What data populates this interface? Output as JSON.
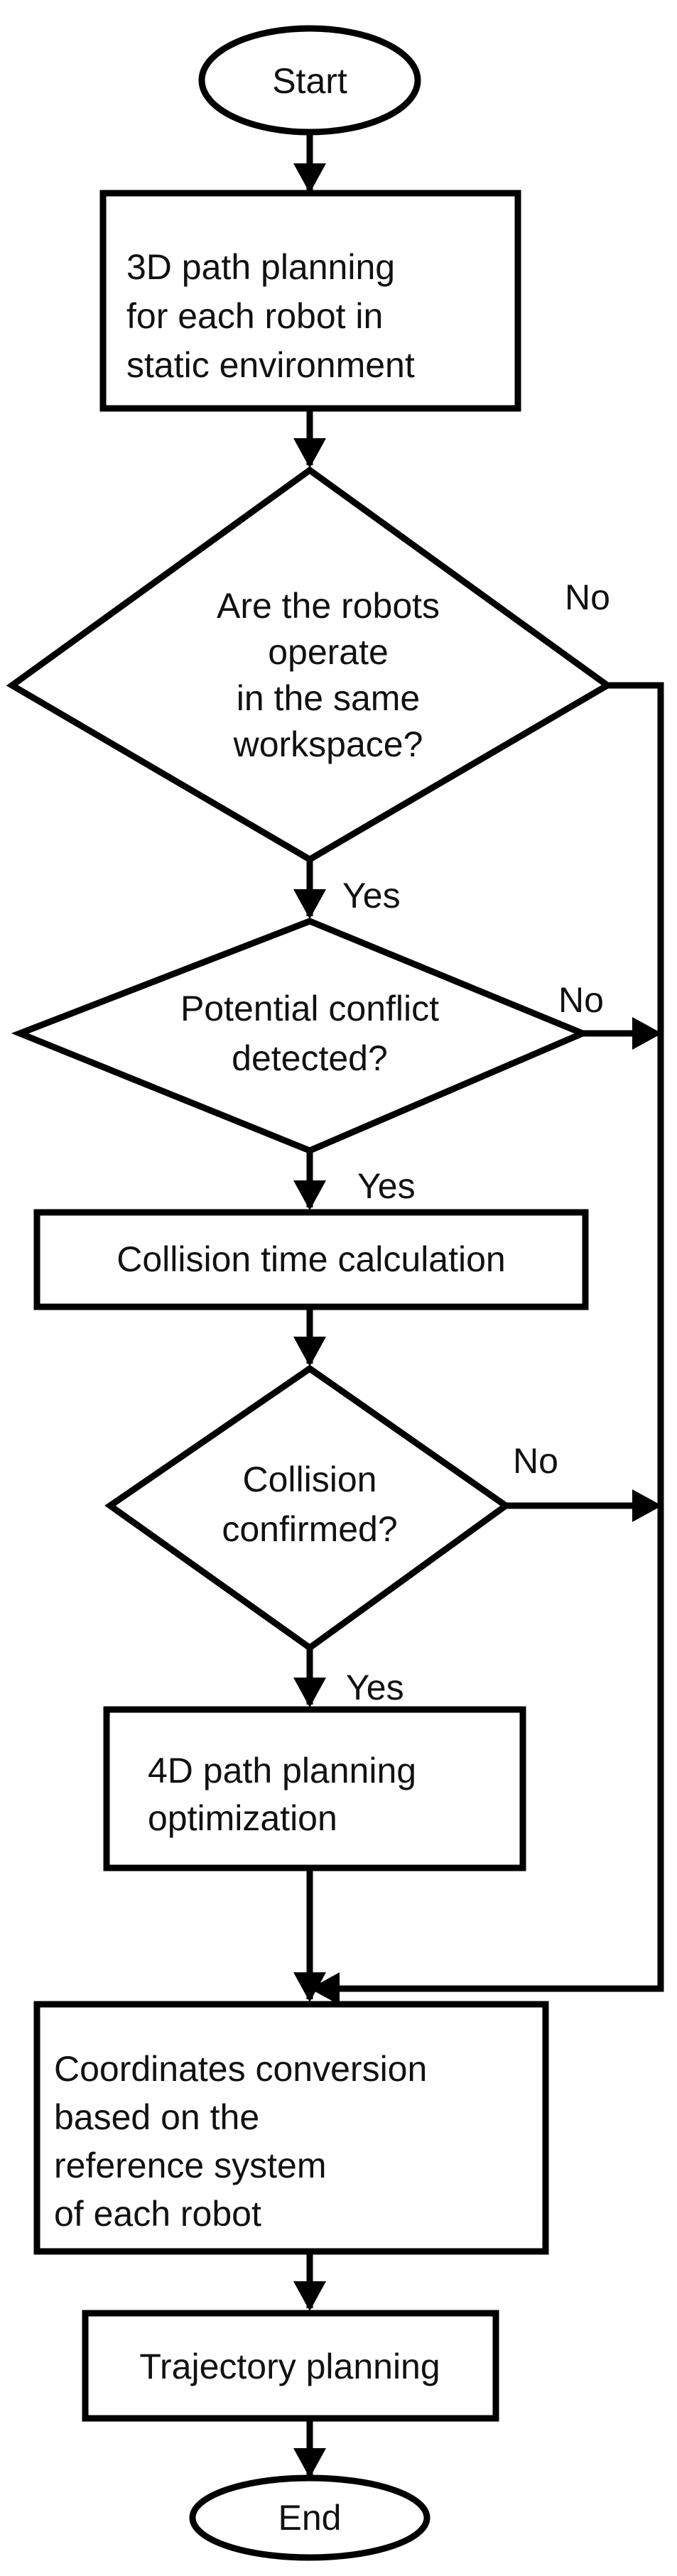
{
  "flowchart": {
    "start": "Start",
    "step_path_planning": [
      "3D path planning",
      "for each robot in",
      "static environment"
    ],
    "decision_workspace": [
      "Are the robots",
      "operate",
      "in the same",
      "workspace?"
    ],
    "decision_conflict": [
      "Potential conflict",
      "detected?"
    ],
    "step_collision_time": "Collision time calculation",
    "decision_collision": [
      "Collision",
      "confirmed?"
    ],
    "step_4d_planning": [
      "4D path planning",
      "optimization"
    ],
    "step_coordinates": [
      "Coordinates conversion",
      "based on the",
      "reference system",
      "of each robot"
    ],
    "step_trajectory": "Trajectory planning",
    "end": "End",
    "labels": {
      "yes": "Yes",
      "no": "No"
    }
  }
}
